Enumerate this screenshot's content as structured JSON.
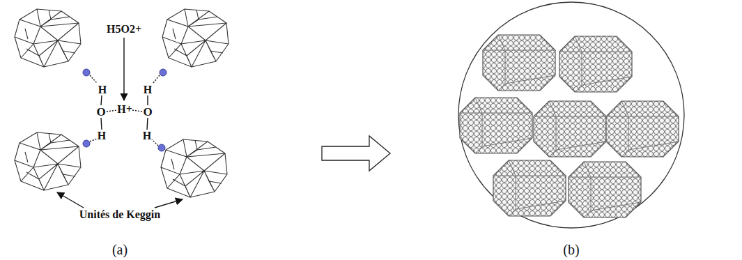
{
  "diagram": {
    "labels": [
      "H5O2+",
      "H",
      "H",
      "O",
      "H+",
      "O",
      "H",
      "H",
      "Unités de Keggin",
      "(a)",
      "(b)"
    ]
  }
}
